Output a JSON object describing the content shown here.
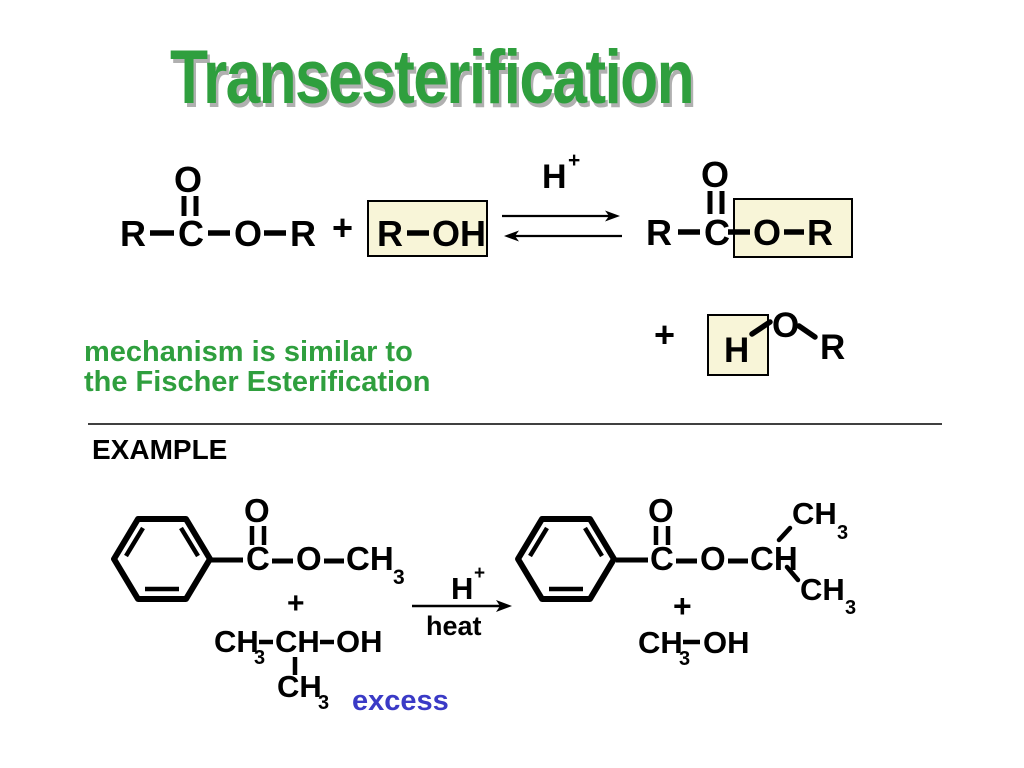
{
  "colors": {
    "green": "#2f9f3e",
    "blue": "#3a3ac6",
    "boxfill": "#f8f5d8",
    "ink": "#000000",
    "shadow": "#b0b0b0"
  },
  "title": "Transesterification",
  "general": {
    "ester_left": {
      "r1": "R",
      "c": "C",
      "o_top": "O",
      "o": "O",
      "r2": "R"
    },
    "plus": "+",
    "alcohol": {
      "r": "R",
      "oh": "OH"
    },
    "catalyst": {
      "h": "H",
      "charge": "+"
    },
    "ester_right": {
      "r1": "R",
      "c": "C",
      "o_top": "O",
      "o": "O",
      "r2": "R"
    },
    "plus2": "+",
    "byproduct": {
      "h": "H",
      "o": "O",
      "r": "R"
    }
  },
  "note": {
    "line1": "mechanism is similar to",
    "line2": "the Fischer Esterification"
  },
  "example": {
    "label": "EXAMPLE",
    "ester": {
      "o_top": "O",
      "c": "C",
      "o": "O",
      "ch": "CH",
      "sub": "3"
    },
    "plus": "+",
    "isopropanol": {
      "ch1": "CH",
      "sub1": "3",
      "ch2": "CH",
      "oh": "OH",
      "ch3": "CH",
      "sub3": "3"
    },
    "excess": "excess",
    "conditions": {
      "h": "H",
      "charge": "+",
      "heat": "heat"
    },
    "product": {
      "o_top": "O",
      "c": "C",
      "o": "O",
      "ch": "CH",
      "ch_up": "CH",
      "sub_up": "3",
      "ch_dn": "CH",
      "sub_dn": "3"
    },
    "plus2": "+",
    "methanol": {
      "ch": "CH",
      "sub": "3",
      "oh": "OH"
    }
  }
}
